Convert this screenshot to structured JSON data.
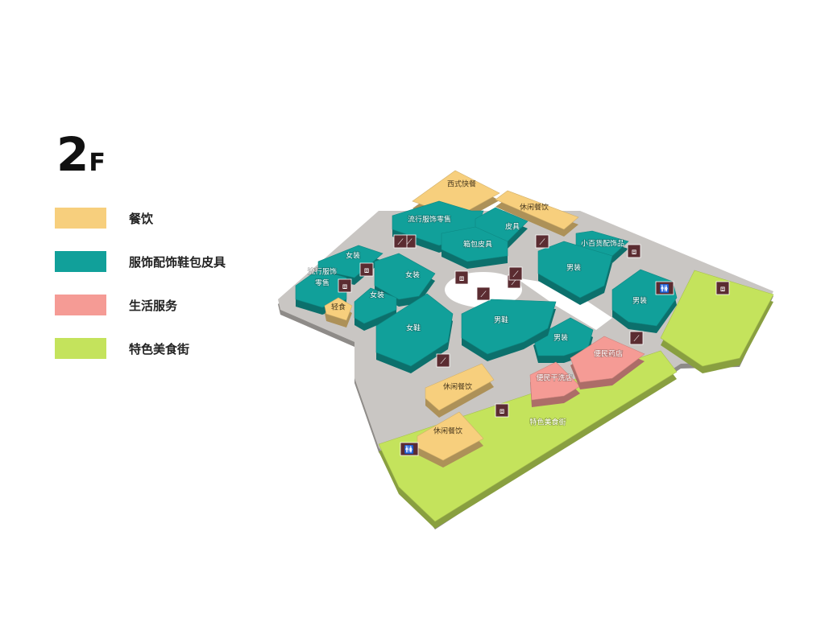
{
  "floor": {
    "number": "2",
    "suffix": "F"
  },
  "legend": [
    {
      "label": "餐饮",
      "color": "#f7cf7d"
    },
    {
      "label": "服饰配饰鞋包皮具",
      "color": "#11a09a"
    },
    {
      "label": "生活服务",
      "color": "#f59b95"
    },
    {
      "label": "特色美食街",
      "color": "#c4e35c"
    }
  ],
  "stores": [
    {
      "name": "西式快餐",
      "category": 0
    },
    {
      "name": "休闲餐饮",
      "category": 0
    },
    {
      "name": "流行服饰零售",
      "category": 1
    },
    {
      "name": "皮具",
      "category": 1
    },
    {
      "name": "箱包皮具",
      "category": 1
    },
    {
      "name": "小百货配饰品",
      "category": 1
    },
    {
      "name": "男装",
      "category": 1
    },
    {
      "name": "男装",
      "category": 1
    },
    {
      "name": "男装",
      "category": 1
    },
    {
      "name": "女装",
      "category": 1
    },
    {
      "name": "女装",
      "category": 1
    },
    {
      "name": "女装",
      "category": 1
    },
    {
      "name": "流行服饰零售",
      "category": 1
    },
    {
      "name": "轻食",
      "category": 0
    },
    {
      "name": "女鞋",
      "category": 1
    },
    {
      "name": "男鞋",
      "category": 1
    },
    {
      "name": "休闲餐饮",
      "category": 0
    },
    {
      "name": "休闲餐饮",
      "category": 0
    },
    {
      "name": "便民干洗店",
      "category": 2
    },
    {
      "name": "便民药店",
      "category": 2
    },
    {
      "name": "特色美食街",
      "category": 3
    },
    {
      "name": "",
      "category": 3
    }
  ],
  "facilities": [
    {
      "type": "escalator-icon"
    },
    {
      "type": "escalator-icon"
    },
    {
      "type": "escalator-icon"
    },
    {
      "type": "escalator-icon"
    },
    {
      "type": "escalator-icon"
    },
    {
      "type": "escalator-icon"
    },
    {
      "type": "escalator-icon"
    },
    {
      "type": "escalator-icon"
    },
    {
      "type": "elevator-icon"
    },
    {
      "type": "elevator-icon"
    },
    {
      "type": "elevator-icon"
    },
    {
      "type": "elevator-icon"
    },
    {
      "type": "elevator-icon"
    },
    {
      "type": "elevator-icon"
    },
    {
      "type": "restroom-icon"
    },
    {
      "type": "restroom-icon"
    }
  ],
  "colors": {
    "floor": "#c9c6c3",
    "icon_bg": "#5b2c31",
    "restroom_bg": "#2f6fd0"
  }
}
